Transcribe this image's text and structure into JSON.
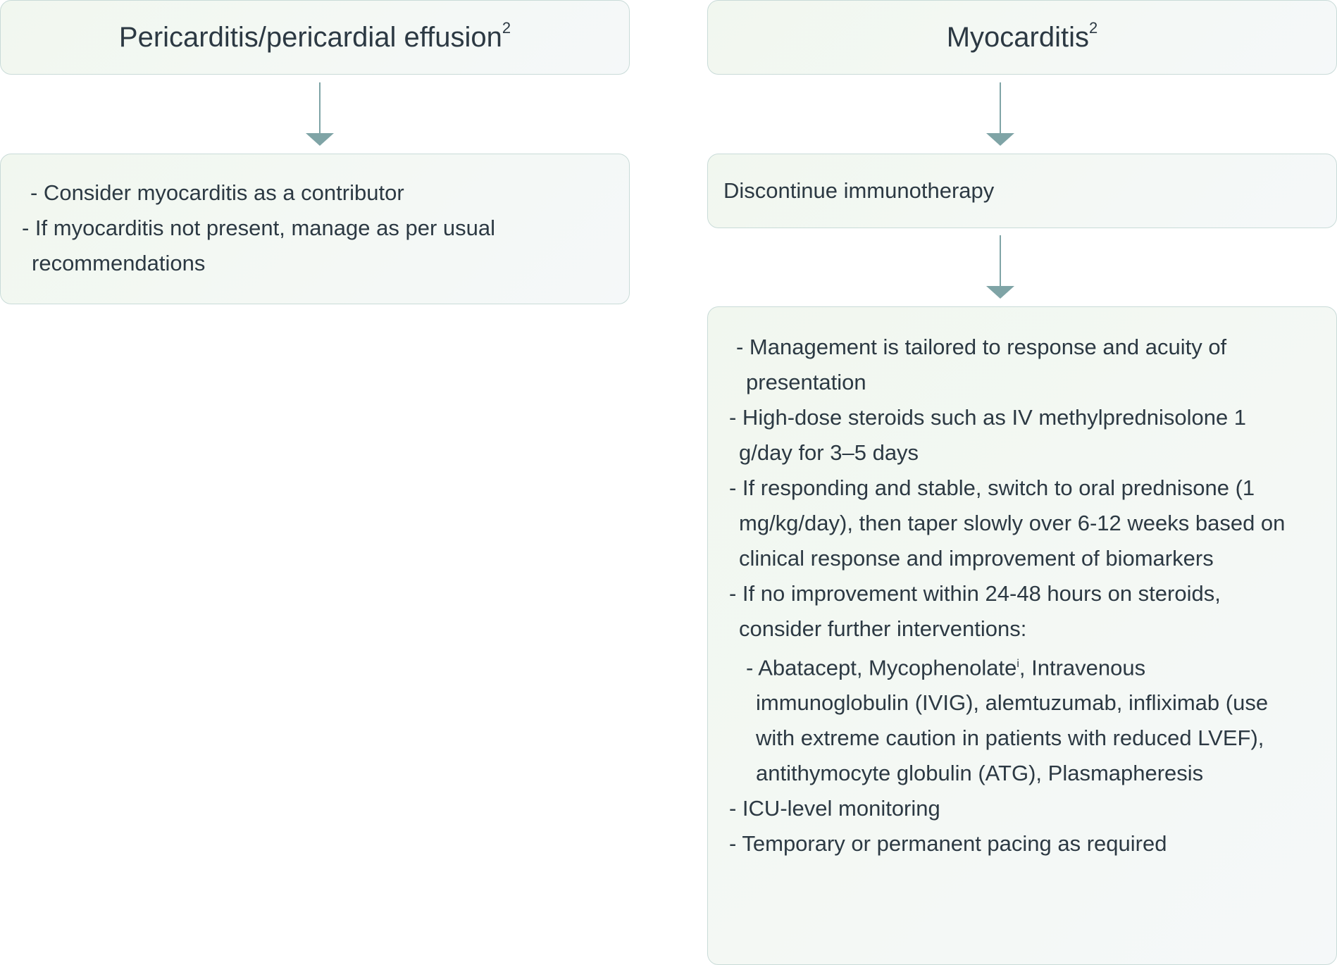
{
  "pericarditis": {
    "title": "Pericarditis/pericardial effusion",
    "title_sup": "2",
    "items": [
      "- Consider myocarditis as a contributor",
      "- If myocarditis not present, manage as per usual recommendations"
    ]
  },
  "myocarditis": {
    "title": "Myocarditis",
    "title_sup": "2",
    "step1": "Discontinue immunotherapy",
    "items": [
      "- Management is tailored to response and acuity of presentation",
      "- High-dose steroids such as IV methylprednisolone 1 g/day for 3–5 days",
      "- If responding and stable, switch to oral prednisone (1 mg/kg/day), then taper slowly over 6-12 weeks based on clinical response and improvement of biomarkers",
      "- If no improvement within 24-48 hours on steroids, consider further interventions:"
    ],
    "subitem_pre": "- Abatacept, Mycophenolate",
    "subitem_sup": "i",
    "subitem_post": ", Intravenous immunoglobulin (IVIG), alemtuzumab, infliximab (use with extreme caution in patients with reduced LVEF), antithymocyte globulin (ATG), Plasmapheresis",
    "items_after": [
      "- ICU-level monitoring",
      "- Temporary or permanent pacing as required"
    ]
  },
  "colors": {
    "arrow": "#7fa4a6",
    "border": "#c9dbd8",
    "text": "#2c3943"
  }
}
